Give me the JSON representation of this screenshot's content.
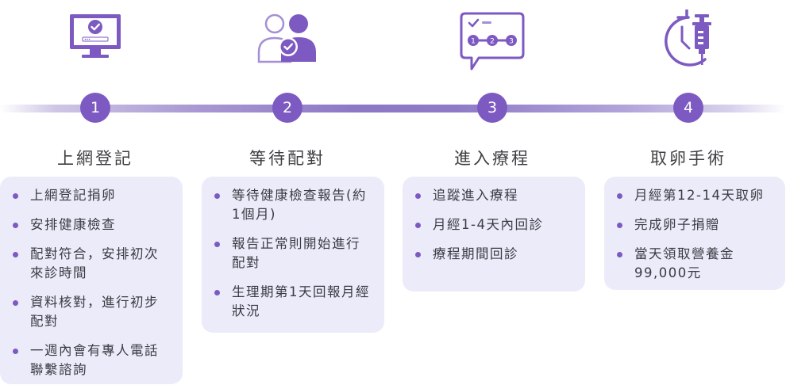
{
  "colors": {
    "accent": "#7d5ac1",
    "accent_light": "#a58fd6",
    "card_bg": "#ecebf9",
    "text": "#3b3b44"
  },
  "steps": [
    {
      "number": "1",
      "title": "上網登記",
      "icon": "computer-monitor-check-icon",
      "items": [
        "上網登記捐卵",
        "安排健康檢查",
        "配對符合，安排初次來診時間",
        "資料核對，進行初步配對",
        "一週內會有專人電話聯繫諮詢"
      ]
    },
    {
      "number": "2",
      "title": "等待配對",
      "icon": "people-match-check-icon",
      "items": [
        "等待健康檢查報告(約1個月)",
        "報告正常則開始進行配對",
        "生理期第1天回報月經狀況"
      ]
    },
    {
      "number": "3",
      "title": "進入療程",
      "icon": "chat-bubble-steps-icon",
      "icon_steps": [
        "1",
        "2",
        "3"
      ],
      "items": [
        "追蹤進入療程",
        "月經1-4天內回診",
        "療程期間回診"
      ]
    },
    {
      "number": "4",
      "title": "取卵手術",
      "icon": "clock-syringe-icon",
      "items": [
        "月經第12-14天取卵",
        "完成卵子捐贈",
        "當天領取營養金99,000元"
      ]
    }
  ]
}
